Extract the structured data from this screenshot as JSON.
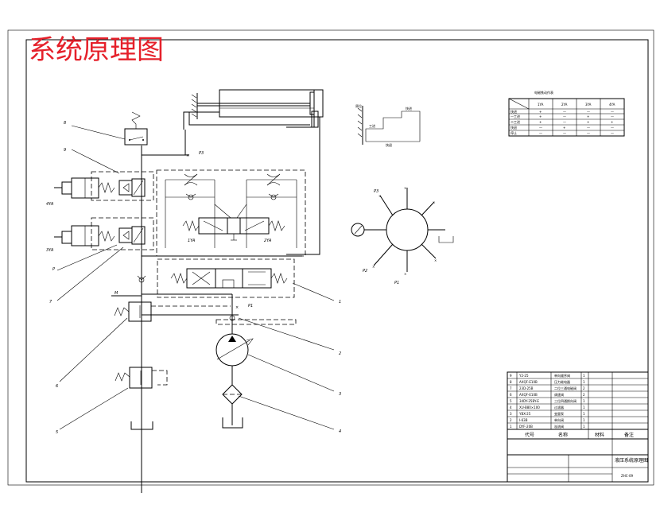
{
  "title": "系统原理图",
  "labels": {
    "comp_8": "8",
    "comp_9": "9",
    "comp_1": "1",
    "comp_2": "2",
    "comp_3": "3",
    "comp_4": "4",
    "comp_5": "5",
    "comp_6": "6",
    "comp_7": "7",
    "p3": "P3",
    "p1": "P1",
    "p2": "P2",
    "pm": "M",
    "ya1": "1YA",
    "ya2": "2YA",
    "ya3": "3YA",
    "ya4": "4YA",
    "kuaijin": "快进",
    "gongjin": "工进",
    "kuaitui": "快退",
    "stop": "停止"
  },
  "action_table": {
    "title": "电磁铁动作表",
    "headers": [
      "1YA",
      "2YA",
      "3YA",
      "4YA"
    ],
    "rows": [
      {
        "name": "快进",
        "cells": [
          "+",
          "—",
          "—",
          "—"
        ]
      },
      {
        "name": "一工进",
        "cells": [
          "+",
          "—",
          "+",
          "—"
        ]
      },
      {
        "name": "二工进",
        "cells": [
          "+",
          "—",
          "+",
          "+"
        ]
      },
      {
        "name": "快退",
        "cells": [
          "—",
          "+",
          "—",
          "—"
        ]
      },
      {
        "name": "停止",
        "cells": [
          "—",
          "—",
          "—",
          "—"
        ]
      }
    ]
  },
  "parts_list": {
    "rows": [
      {
        "no": "9",
        "code": "Y2-25",
        "name": "单向顺序阀",
        "qty": "1"
      },
      {
        "no": "8",
        "code": "AXQF-E10B",
        "name": "压力继电器",
        "qty": "1"
      },
      {
        "no": "7",
        "code": "23D-25B",
        "name": "二位三通电磁阀",
        "qty": "2"
      },
      {
        "no": "6",
        "code": "AXQF-E10B",
        "name": "调速阀",
        "qty": "2"
      },
      {
        "no": "5",
        "code": "34DY-25BY-E",
        "name": "三位四通换向阀",
        "qty": "1"
      },
      {
        "no": "4",
        "code": "XU-B80×100",
        "name": "过滤器",
        "qty": "1"
      },
      {
        "no": "3",
        "code": "YBX-25",
        "name": "变量泵",
        "qty": "1"
      },
      {
        "no": "2",
        "code": "I-63B",
        "name": "单向阀",
        "qty": "1"
      },
      {
        "no": "1",
        "code": "DYF-20B",
        "name": "溢流阀",
        "qty": "1"
      }
    ],
    "header": [
      "代号",
      "名称",
      "材料",
      "备注"
    ],
    "drawing_title": "液压系统原理图",
    "drawing_no": "ZHC-09"
  }
}
